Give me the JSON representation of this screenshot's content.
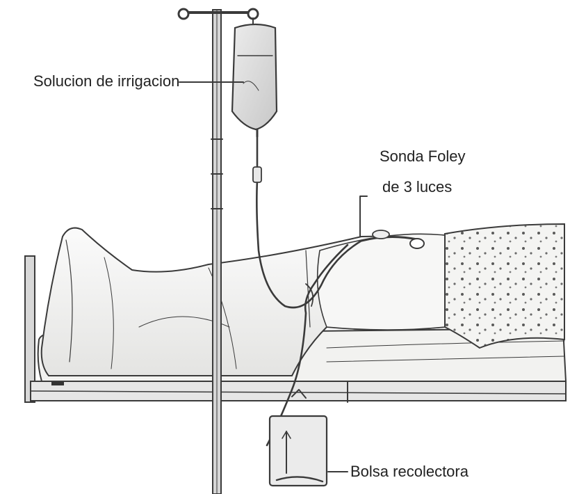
{
  "labels": {
    "irrigation_solution": "Solucion de irrigacion",
    "foley_line1": "Sonda Foley",
    "foley_line2": "de 3 luces",
    "collection_bag": "Bolsa recolectora"
  }
}
